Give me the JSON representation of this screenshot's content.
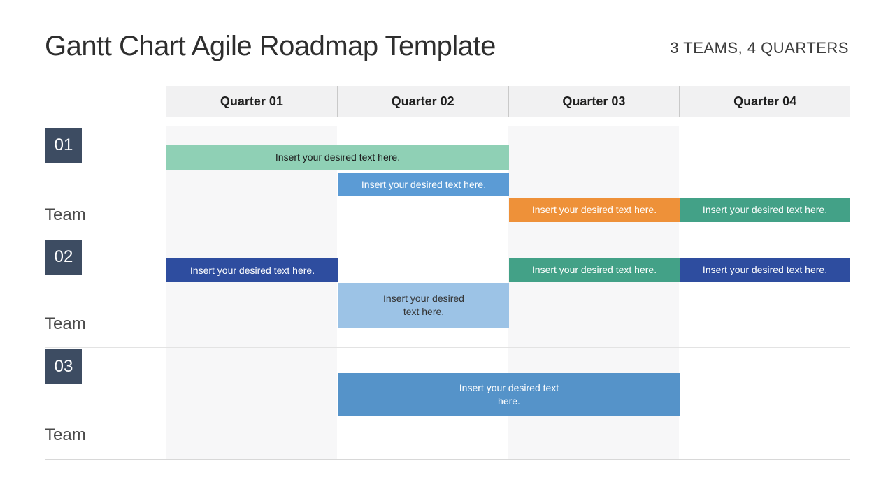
{
  "title": "Gantt Chart Agile Roadmap Template",
  "subtitle": "3 TEAMS, 4 QUARTERS",
  "colors": {
    "header_bg": "#F1F1F2",
    "header_divider": "#C9C9C9",
    "column_stripe_bg": "#F7F7F8",
    "row_divider": "#E3E3E3",
    "bottom_divider": "#D8D8D8",
    "team_box_bg": "#3D4C62",
    "team_box_text": "#FFFFFF",
    "title_text": "#2E2E2E",
    "subtitle_text": "#3C3C3C",
    "team_label_text": "#4A4A4A"
  },
  "chart_data": {
    "type": "gantt",
    "title": "Gantt Chart Agile Roadmap Template",
    "subtitle": "3 TEAMS, 4 QUARTERS",
    "quarters": [
      "Quarter 01",
      "Quarter 02",
      "Quarter 03",
      "Quarter 04"
    ],
    "legend": "none",
    "grid": "column stripes on Quarter 01 and Quarter 03",
    "rows": [
      {
        "team_number": "01",
        "team_label": "Team",
        "bars": [
          {
            "label": "Insert your desired text here.",
            "lines": [
              "Insert your desired text here."
            ],
            "start_quarter": "Quarter 01",
            "span_quarters": 2,
            "color": "#8FD0B5",
            "text_color": "#1C1C1C"
          },
          {
            "label": "Insert your desired text here.",
            "lines": [
              "Insert your desired text here."
            ],
            "start_quarter": "Quarter 02",
            "span_quarters": 1,
            "color": "#5B9BD5",
            "text_color": "#FFFFFF"
          },
          {
            "label": "Insert your desired text here.",
            "lines": [
              "Insert your desired text here."
            ],
            "start_quarter": "Quarter 03",
            "span_quarters": 1,
            "color": "#EE9139",
            "text_color": "#FFFFFF"
          },
          {
            "label": "Insert your desired text here.",
            "lines": [
              "Insert your desired text here."
            ],
            "start_quarter": "Quarter 04",
            "span_quarters": 1,
            "color": "#43A187",
            "text_color": "#FFFFFF"
          }
        ]
      },
      {
        "team_number": "02",
        "team_label": "Team",
        "bars": [
          {
            "label": "Insert your desired text here.",
            "lines": [
              "Insert your desired text here."
            ],
            "start_quarter": "Quarter 01",
            "span_quarters": 1,
            "color": "#2E4D9F",
            "text_color": "#FFFFFF"
          },
          {
            "label": "Insert your desired text here.",
            "lines": [
              "Insert your desired",
              "text here."
            ],
            "start_quarter": "Quarter 02",
            "span_quarters": 1,
            "color": "#9CC3E6",
            "text_color": "#333333"
          },
          {
            "label": "Insert your desired text here.",
            "lines": [
              "Insert your desired text here."
            ],
            "start_quarter": "Quarter 03",
            "span_quarters": 1,
            "color": "#43A187",
            "text_color": "#FFFFFF"
          },
          {
            "label": "Insert your desired text here.",
            "lines": [
              "Insert your desired text here."
            ],
            "start_quarter": "Quarter 04",
            "span_quarters": 1,
            "color": "#2E4D9F",
            "text_color": "#FFFFFF"
          }
        ]
      },
      {
        "team_number": "03",
        "team_label": "Team",
        "bars": [
          {
            "label": "Insert your desired text here.",
            "lines": [
              "Insert your desired text",
              "here."
            ],
            "start_quarter": "Quarter 02",
            "span_quarters": 2,
            "color": "#5593C9",
            "text_color": "#FFFFFF"
          }
        ]
      }
    ]
  }
}
